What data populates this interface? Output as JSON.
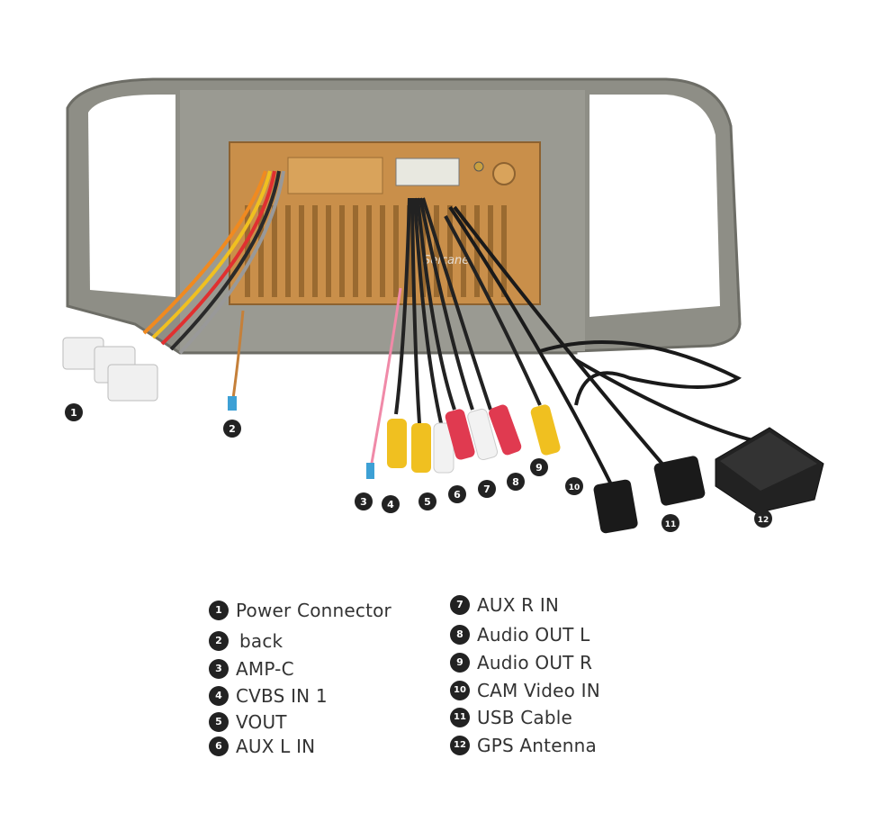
{
  "diagram": {
    "watermark": "Seicane",
    "callouts": [
      "1",
      "2",
      "3",
      "4",
      "5",
      "6",
      "7",
      "8",
      "9",
      "10",
      "11",
      "12"
    ],
    "legend": {
      "left": [
        {
          "num": "1",
          "label": "Power Connector"
        },
        {
          "num": "2",
          "label": "back"
        },
        {
          "num": "3",
          "label": "AMP-C"
        },
        {
          "num": "4",
          "label": "CVBS IN 1"
        },
        {
          "num": "5",
          "label": "VOUT"
        },
        {
          "num": "6",
          "label": "AUX L IN"
        }
      ],
      "right": [
        {
          "num": "7",
          "label": "AUX R IN"
        },
        {
          "num": "8",
          "label": "Audio OUT L"
        },
        {
          "num": "9",
          "label": "Audio OUT R"
        },
        {
          "num": "10",
          "label": "CAM Video IN"
        },
        {
          "num": "11",
          "label": "USB Cable"
        },
        {
          "num": "12",
          "label": "GPS Antenna"
        }
      ]
    }
  }
}
